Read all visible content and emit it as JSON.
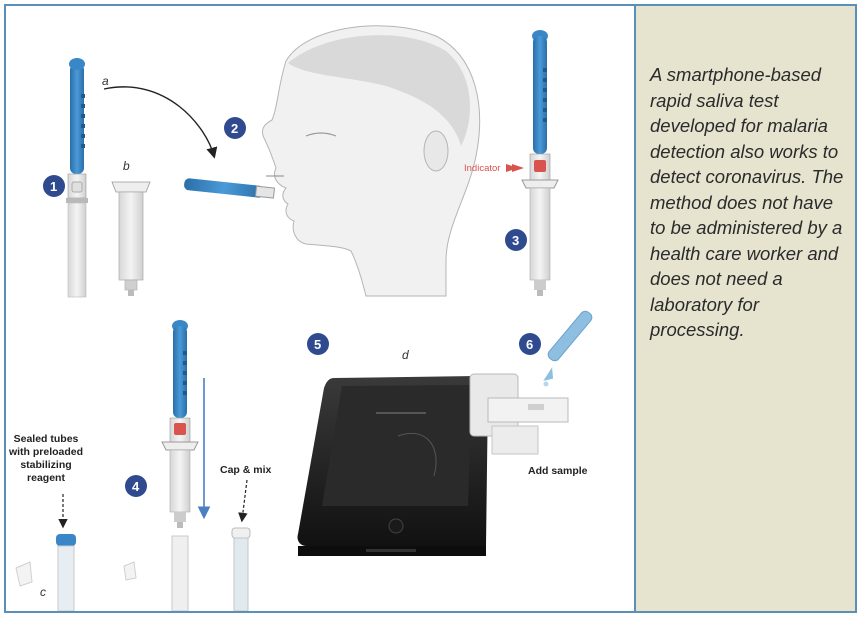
{
  "caption": "A smartphone-based rapid saliva test developed for malaria detection also works to detect coronavirus. The method does not have to be administered by a health care worker and does not need a laboratory for processing.",
  "steps": [
    "1",
    "2",
    "3",
    "4",
    "5",
    "6"
  ],
  "letters": {
    "a": "a",
    "b": "b",
    "c": "c",
    "d": "d"
  },
  "labels": {
    "indicator": "Indicator",
    "sealed_tubes_line1": "Sealed tubes",
    "sealed_tubes_line2": "with preloaded",
    "sealed_tubes_line3": "stabilizing",
    "sealed_tubes_line4": "reagent",
    "cap_mix": "Cap & mix",
    "add_sample": "Add sample"
  },
  "colors": {
    "border": "#5a8fb7",
    "caption_bg": "#e6e3cf",
    "step_circle": "#2f4a8f",
    "device_blue": "#3a87c8",
    "indicator": "#d9534f"
  }
}
